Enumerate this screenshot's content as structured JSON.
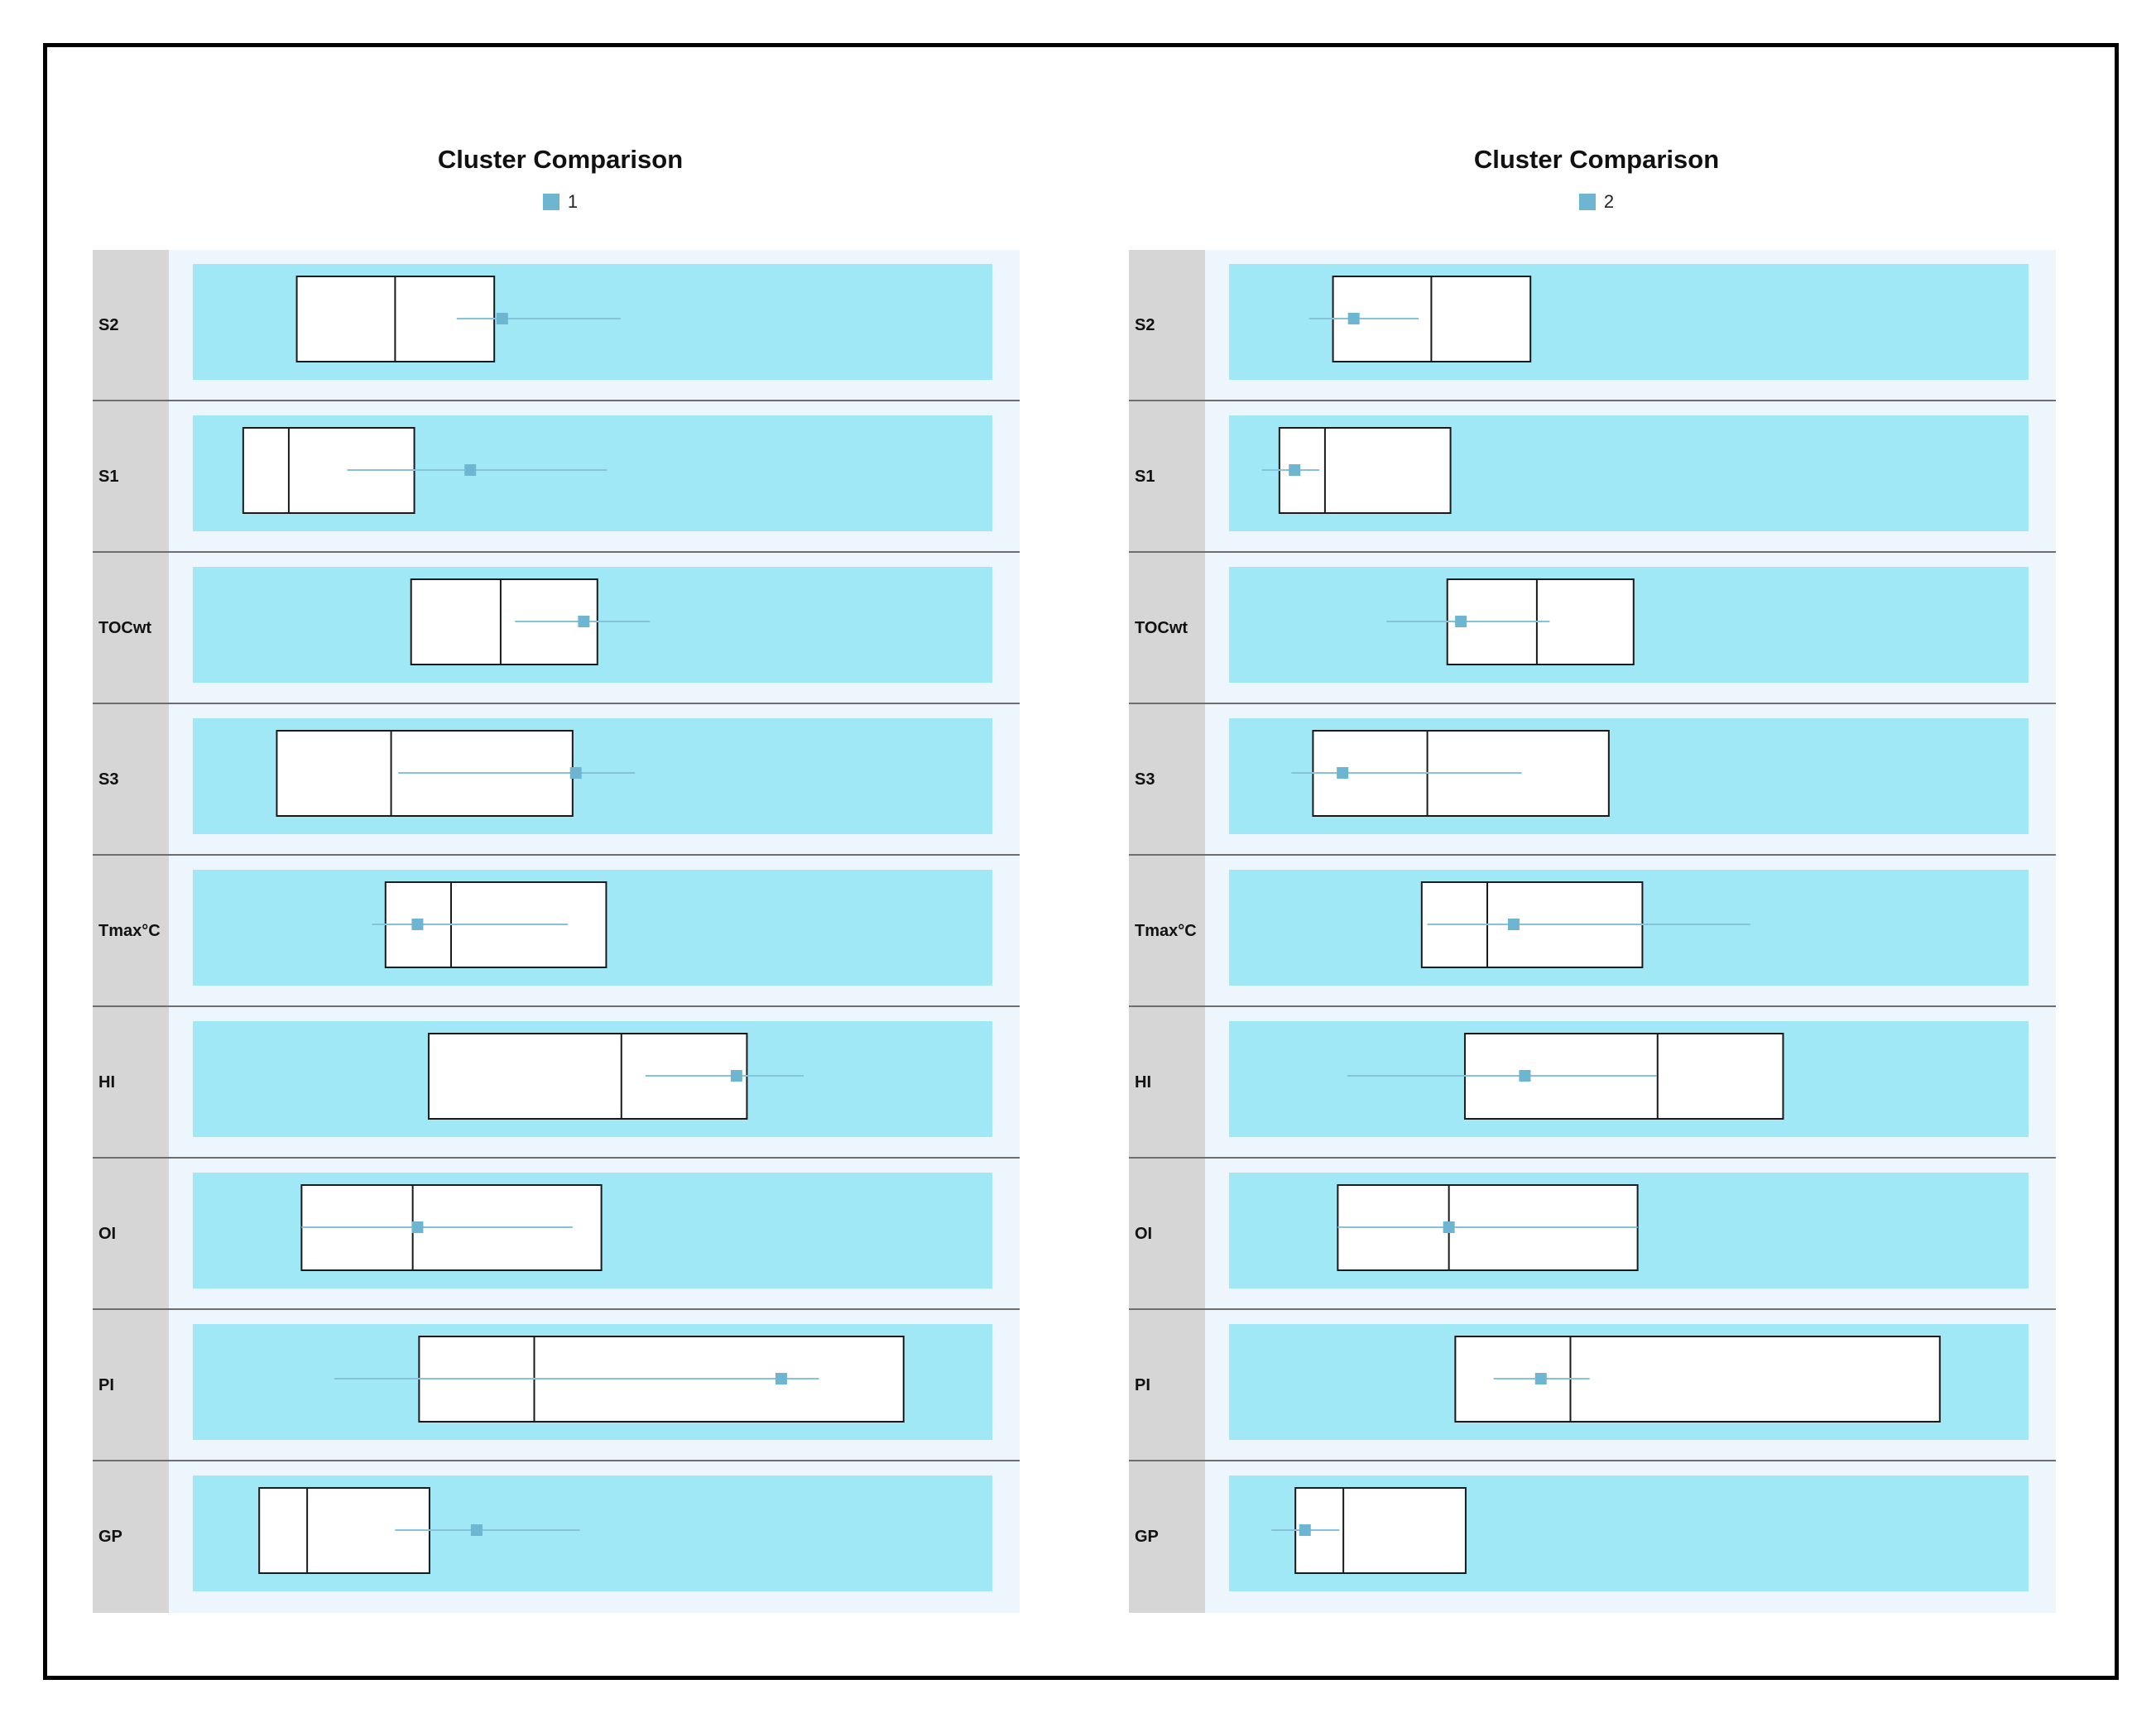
{
  "colors": {
    "marker": "#6eb5d1",
    "plot_bg": "#a0e8f6"
  },
  "panels": [
    {
      "title": "Cluster Comparison",
      "legend": "1"
    },
    {
      "title": "Cluster Comparison",
      "legend": "2"
    }
  ],
  "chart_data": [
    {
      "type": "boxplot",
      "title": "Cluster Comparison",
      "legend": [
        "1"
      ],
      "xlim": [
        0,
        1
      ],
      "rows": [
        {
          "label": "S2",
          "box": [
            0.13,
            0.253,
            0.377
          ],
          "mean": 0.387,
          "whisker": [
            0.33,
            0.535
          ]
        },
        {
          "label": "S1",
          "box": [
            0.063,
            0.12,
            0.277
          ],
          "mean": 0.347,
          "whisker": [
            0.193,
            0.518
          ]
        },
        {
          "label": "TOCwt",
          "box": [
            0.273,
            0.385,
            0.506
          ],
          "mean": 0.489,
          "whisker": [
            0.403,
            0.572
          ]
        },
        {
          "label": "S3",
          "box": [
            0.105,
            0.248,
            0.475
          ],
          "mean": 0.479,
          "whisker": [
            0.257,
            0.553
          ]
        },
        {
          "label": "Tmax°C",
          "box": [
            0.241,
            0.323,
            0.517
          ],
          "mean": 0.281,
          "whisker": [
            0.224,
            0.469
          ]
        },
        {
          "label": "HI",
          "box": [
            0.295,
            0.536,
            0.693
          ],
          "mean": 0.68,
          "whisker": [
            0.566,
            0.764
          ]
        },
        {
          "label": "OI",
          "box": [
            0.136,
            0.275,
            0.511
          ],
          "mean": 0.281,
          "whisker": [
            0.136,
            0.475
          ]
        },
        {
          "label": "PI",
          "box": [
            0.283,
            0.427,
            0.889
          ],
          "mean": 0.736,
          "whisker": [
            0.177,
            0.783
          ]
        },
        {
          "label": "GP",
          "box": [
            0.083,
            0.143,
            0.296
          ],
          "mean": 0.355,
          "whisker": [
            0.253,
            0.484
          ]
        }
      ]
    },
    {
      "type": "boxplot",
      "title": "Cluster Comparison",
      "legend": [
        "2"
      ],
      "xlim": [
        0,
        1
      ],
      "rows": [
        {
          "label": "S2",
          "box": [
            0.13,
            0.253,
            0.377
          ],
          "mean": 0.156,
          "whisker": [
            0.1,
            0.237
          ]
        },
        {
          "label": "S1",
          "box": [
            0.063,
            0.12,
            0.277
          ],
          "mean": 0.082,
          "whisker": [
            0.041,
            0.113
          ]
        },
        {
          "label": "TOCwt",
          "box": [
            0.273,
            0.385,
            0.506
          ],
          "mean": 0.29,
          "whisker": [
            0.197,
            0.401
          ]
        },
        {
          "label": "S3",
          "box": [
            0.105,
            0.248,
            0.475
          ],
          "mean": 0.142,
          "whisker": [
            0.078,
            0.366
          ]
        },
        {
          "label": "Tmax°C",
          "box": [
            0.241,
            0.323,
            0.517
          ],
          "mean": 0.356,
          "whisker": [
            0.248,
            0.652
          ]
        },
        {
          "label": "HI",
          "box": [
            0.295,
            0.536,
            0.693
          ],
          "mean": 0.37,
          "whisker": [
            0.148,
            0.535
          ]
        },
        {
          "label": "OI",
          "box": [
            0.136,
            0.275,
            0.511
          ],
          "mean": 0.275,
          "whisker": [
            0.136,
            0.511
          ]
        },
        {
          "label": "PI",
          "box": [
            0.283,
            0.427,
            0.889
          ],
          "mean": 0.39,
          "whisker": [
            0.331,
            0.451
          ]
        },
        {
          "label": "GP",
          "box": [
            0.083,
            0.143,
            0.296
          ],
          "mean": 0.095,
          "whisker": [
            0.053,
            0.138
          ]
        }
      ]
    }
  ]
}
